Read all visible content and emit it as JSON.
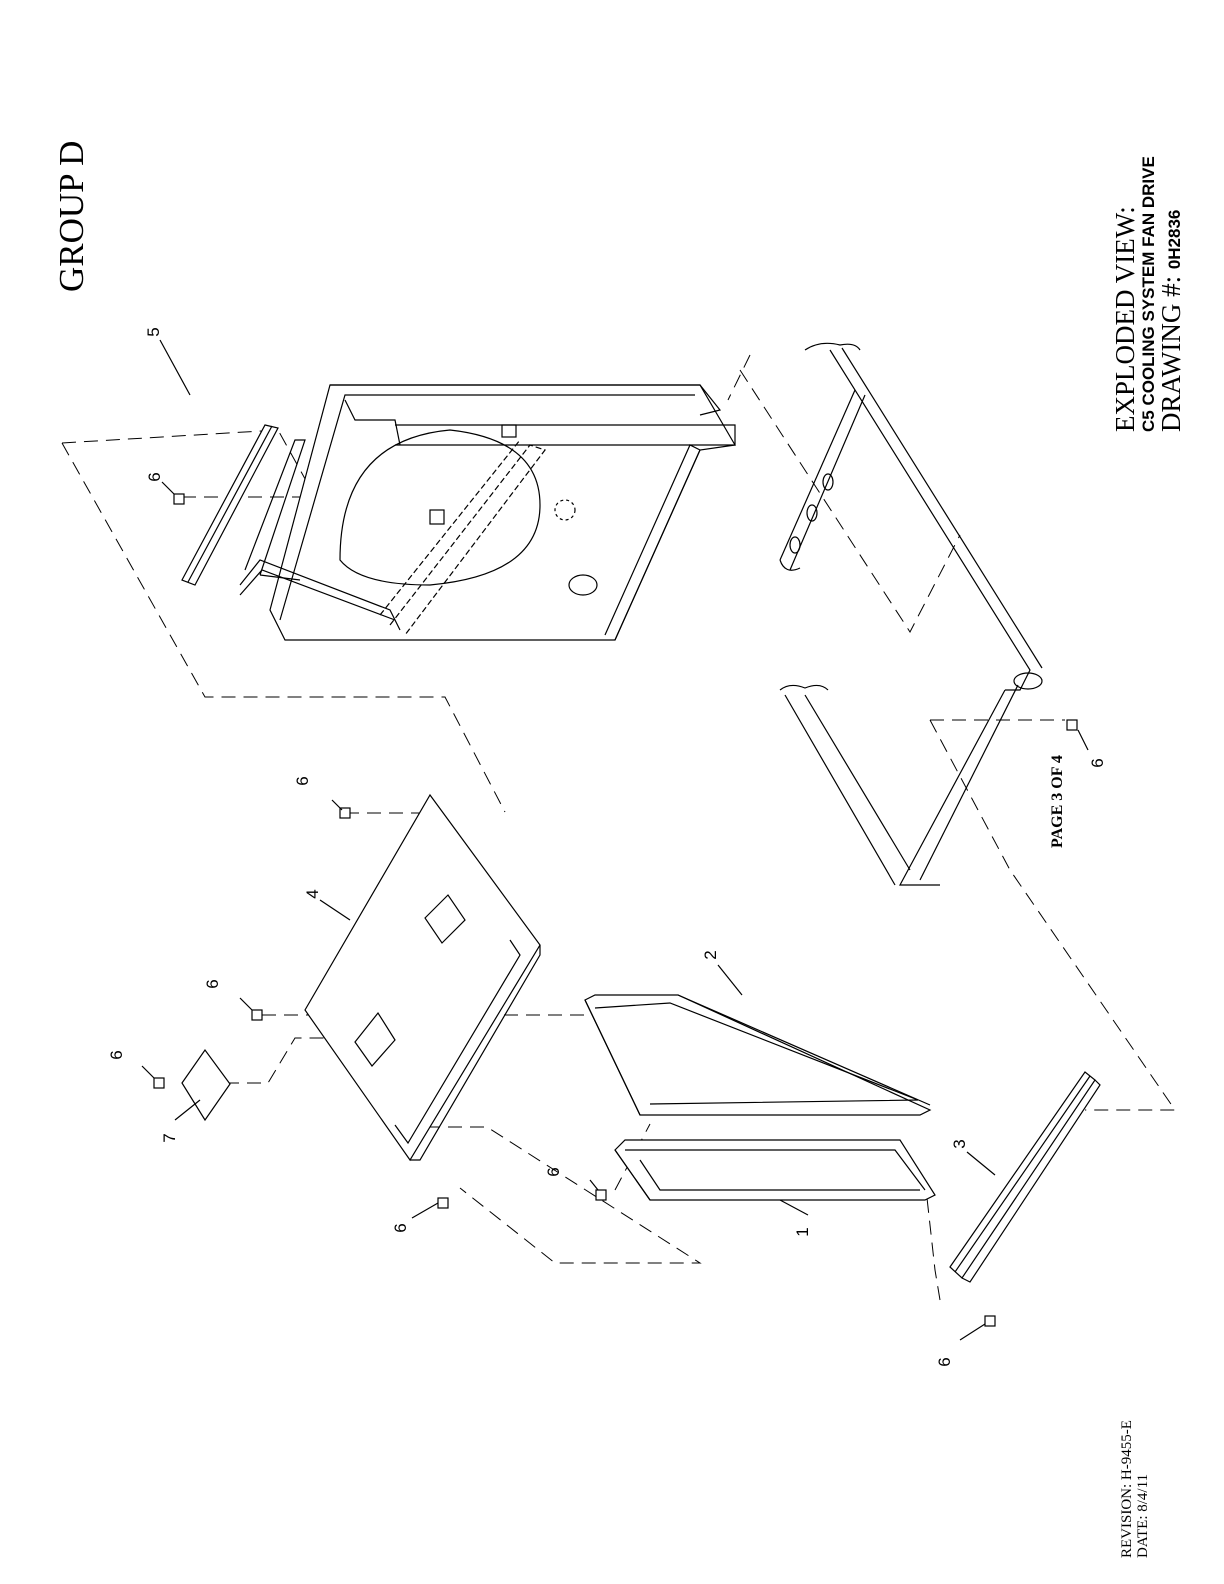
{
  "header": {
    "group": "GROUP D"
  },
  "title_block": {
    "line1": "EXPLODED VIEW:",
    "line2": "C5 COOLING SYSTEM FAN DRIVE",
    "line3_label": "DRAWING #:",
    "line3_value": "0H2836"
  },
  "footer": {
    "page": "PAGE 3 OF 4",
    "revision": "REVISION:  H-9455-E",
    "date": "DATE:  8/4/11"
  },
  "callouts": {
    "c1": "1",
    "c2": "2",
    "c3": "3",
    "c4": "4",
    "c5": "5",
    "c6": "6",
    "c7": "7"
  }
}
